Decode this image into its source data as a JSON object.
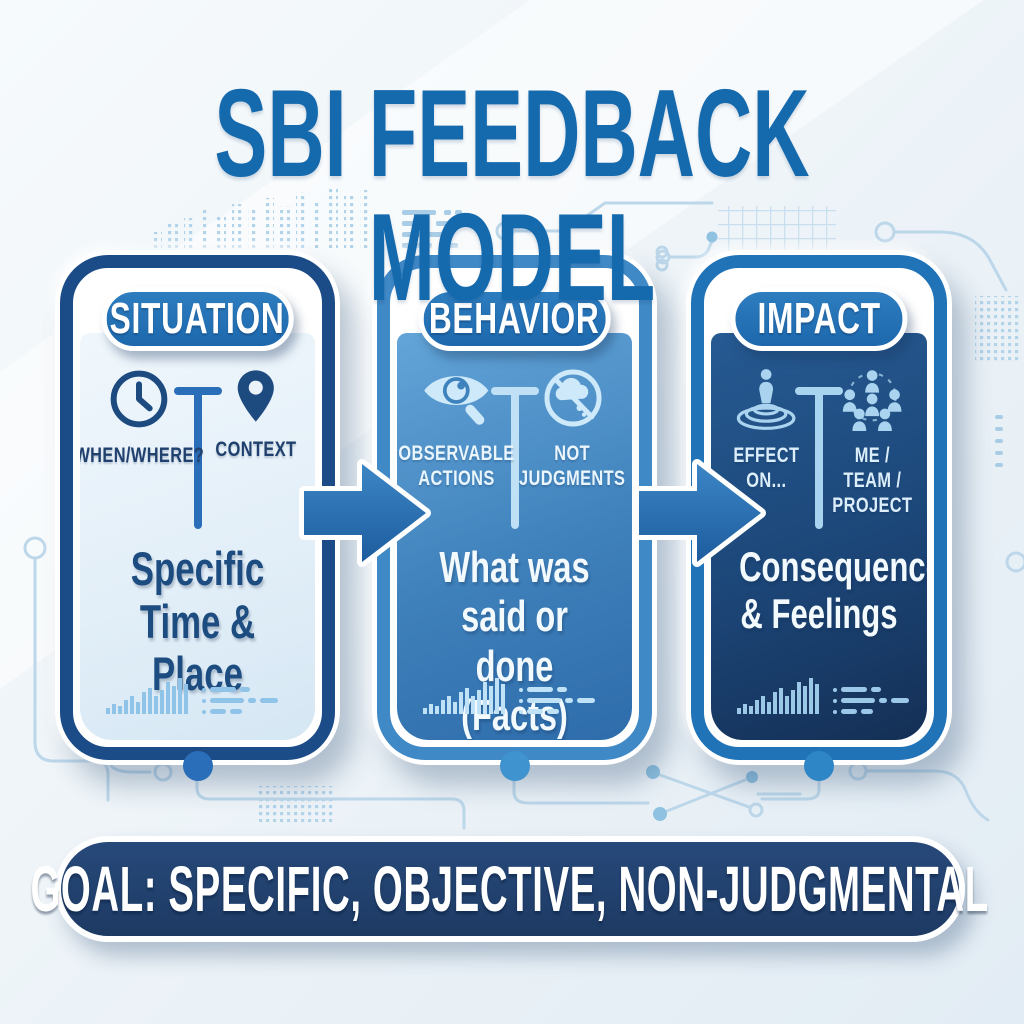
{
  "title": "SBI FEEDBACK MODEL",
  "cards": [
    {
      "header": "SITUATION",
      "items": [
        {
          "icon": "clock-icon",
          "label": "WHEN/WHERE?"
        },
        {
          "icon": "location-pin-icon",
          "label": "CONTEXT"
        }
      ],
      "summary": "Specific\nTime & Place",
      "accent": "#1c4c87"
    },
    {
      "header": "BEHAVIOR",
      "items": [
        {
          "icon": "eye-magnifier-icon",
          "label": "OBSERVABLE\nACTIONS"
        },
        {
          "icon": "no-judgments-icon",
          "label": "NOT\nJUDGMENTS"
        }
      ],
      "summary": "What was\nsaid or done\n(Facts)",
      "accent": "#3f89c6"
    },
    {
      "header": "IMPACT",
      "items": [
        {
          "icon": "ripple-effect-icon",
          "label": "EFFECT\nON..."
        },
        {
          "icon": "team-icon",
          "label": "ME / TEAM /\nPROJECT"
        }
      ],
      "summary": "Consequences\n& Feelings",
      "accent": "#2173b8"
    }
  ],
  "banner": {
    "text": "GOAL: SPECIFIC, OBJECTIVE, NON-JUDGMENTAL",
    "fill": "#1f3f6a"
  },
  "colors": {
    "title": "#1569ad",
    "background": "#edf3f8",
    "circuit": "#bcd7ea",
    "arrow": "#2e79ba",
    "card_light": "#e8f2fa",
    "card_medium": "#3f81bb",
    "card_dark": "#1c4678"
  }
}
